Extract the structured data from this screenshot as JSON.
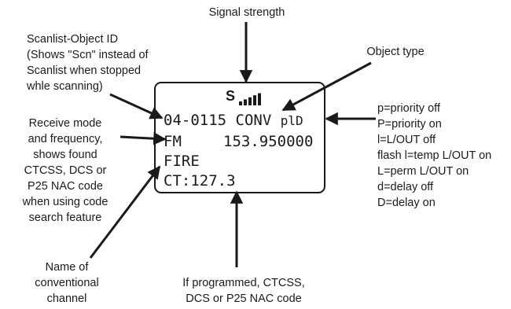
{
  "labels": {
    "signal_strength": "Signal strength",
    "object_type": "Object type",
    "scanlist_id": [
      "Scanlist-Object ID",
      "(Shows \"Scn\"  instead of",
      "Scanlist when stopped",
      "whle scanning)"
    ],
    "receive_mode": [
      "Receive mode",
      "and frequency,",
      "shows found",
      "CTCSS, DCS or",
      "P25 NAC code",
      "when using code",
      "search feature"
    ],
    "channel_name": [
      "Name of",
      "conventional",
      "channel"
    ],
    "programmed_code": [
      "If programmed, CTCSS,",
      "DCS or P25 NAC code"
    ],
    "flags": [
      "p=priority off",
      "P=priority on",
      "l=L/OUT off",
      "flash l=temp L/OUT on",
      "L=perm L/OUT on",
      "d=delay off",
      "D=delay on"
    ]
  },
  "display": {
    "signal_letter": "S",
    "signal_bars": 5,
    "row1_left": "04-0115",
    "row1_mid": "CONV",
    "row1_flags": "plD",
    "row2_mode": "FM",
    "row2_freq": "153.950000",
    "row3": "FIRE",
    "row4": "CT:127.3"
  }
}
